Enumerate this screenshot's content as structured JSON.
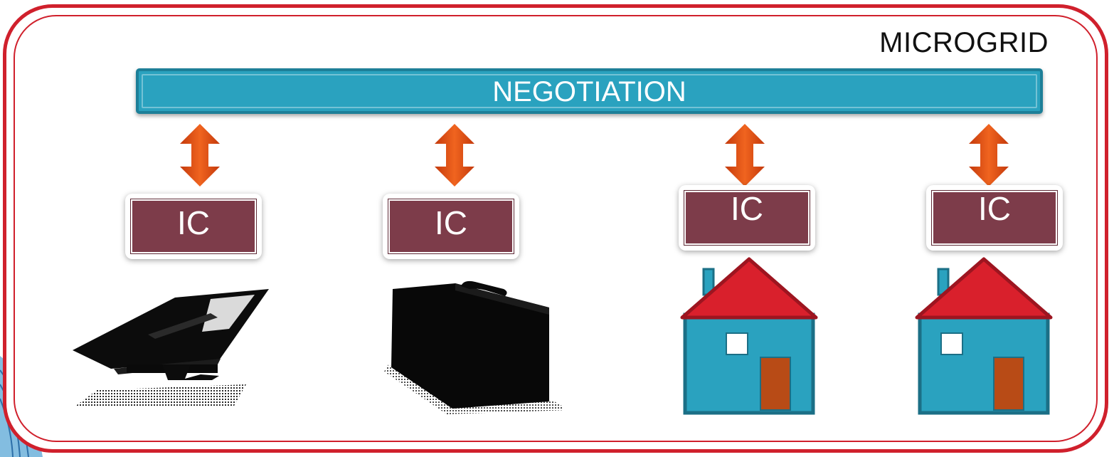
{
  "diagram": {
    "title": "MICROGRID",
    "negotiation_label": "NEGOTIATION",
    "nodes": [
      {
        "label": "IC",
        "device": "solar-panel"
      },
      {
        "label": "IC",
        "device": "battery"
      },
      {
        "label": "IC",
        "device": "house"
      },
      {
        "label": "IC",
        "device": "house"
      }
    ]
  },
  "colors": {
    "frame": "#d0202c",
    "negotiation_bar": "#2aa2bf",
    "ic_box": "#7d3c4a",
    "arrow": "#e8541a",
    "house_wall": "#2aa2bf",
    "house_roof": "#d9202c",
    "house_door": "#b84b16"
  }
}
